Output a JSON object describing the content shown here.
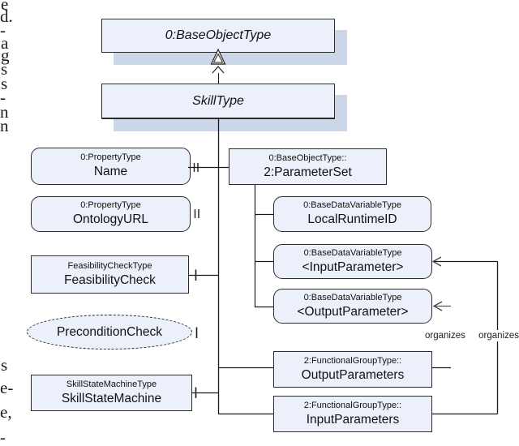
{
  "figure": {
    "kind": "OPC UA / UML object type diagram of a SkillType information model"
  },
  "margin_fragments": [
    "e",
    "d.",
    "-",
    "a",
    "g",
    "s",
    "s",
    "-",
    "n",
    "n",
    "s",
    "e-",
    "e,",
    "-"
  ],
  "diagram": {
    "colors": {
      "box_fill": "#ebf0fa",
      "box_border": "#2b2b2b",
      "shadow": "#ccd6e9",
      "wire": "#1a1a1a"
    },
    "nodes": {
      "base_object_type": {
        "title": "0:BaseObjectType"
      },
      "skill_type": {
        "title": "SkillType"
      },
      "name": {
        "type": "0:PropertyType",
        "label": "Name"
      },
      "ontology_url": {
        "type": "0:PropertyType",
        "label": "OntologyURL"
      },
      "feasibility_check": {
        "type": "FeasibilityCheckType",
        "label": "FeasibilityCheck"
      },
      "precondition_check": {
        "label": "PreconditionCheck"
      },
      "skill_state_machine": {
        "type": "SkillStateMachineType",
        "label": "SkillStateMachine"
      },
      "parameter_set": {
        "type": "0:BaseObjectType::",
        "label": "2:ParameterSet"
      },
      "local_runtime_id": {
        "type": "0:BaseDataVariableType",
        "label": "LocalRuntimeID"
      },
      "input_parameter": {
        "type": "0:BaseDataVariableType",
        "label": "<InputParameter>"
      },
      "output_parameter": {
        "type": "0:BaseDataVariableType",
        "label": "<OutputParameter>"
      },
      "output_parameters": {
        "type": "2:FunctionalGroupType::",
        "label": "OutputParameters"
      },
      "input_parameters": {
        "type": "2:FunctionalGroupType::",
        "label": "InputParameters"
      }
    },
    "edge_labels": {
      "organizes_1": "organizes",
      "organizes_2": "organizes"
    }
  }
}
